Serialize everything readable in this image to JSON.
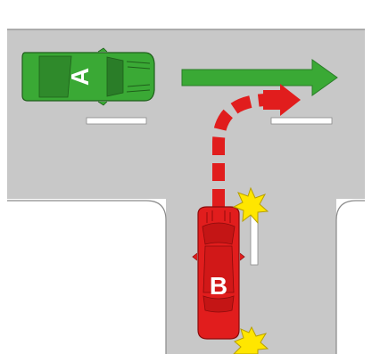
{
  "diagram": {
    "vehicles": [
      {
        "id": "car-a",
        "label": "A",
        "color": "#3aa935",
        "direction": "straight-right"
      },
      {
        "id": "car-b",
        "label": "B",
        "color": "#e11d1d",
        "direction": "right-turn-from-side-road"
      }
    ],
    "colors": {
      "road": "#c8c8c8",
      "border": "#8a8a8a",
      "lane_marking": "#ffffff",
      "arrow_straight": "#3aa935",
      "arrow_turn": "#e11d1d",
      "impact": "#ffe600"
    },
    "annotations": [
      "impact-star-front",
      "impact-star-rear"
    ]
  }
}
